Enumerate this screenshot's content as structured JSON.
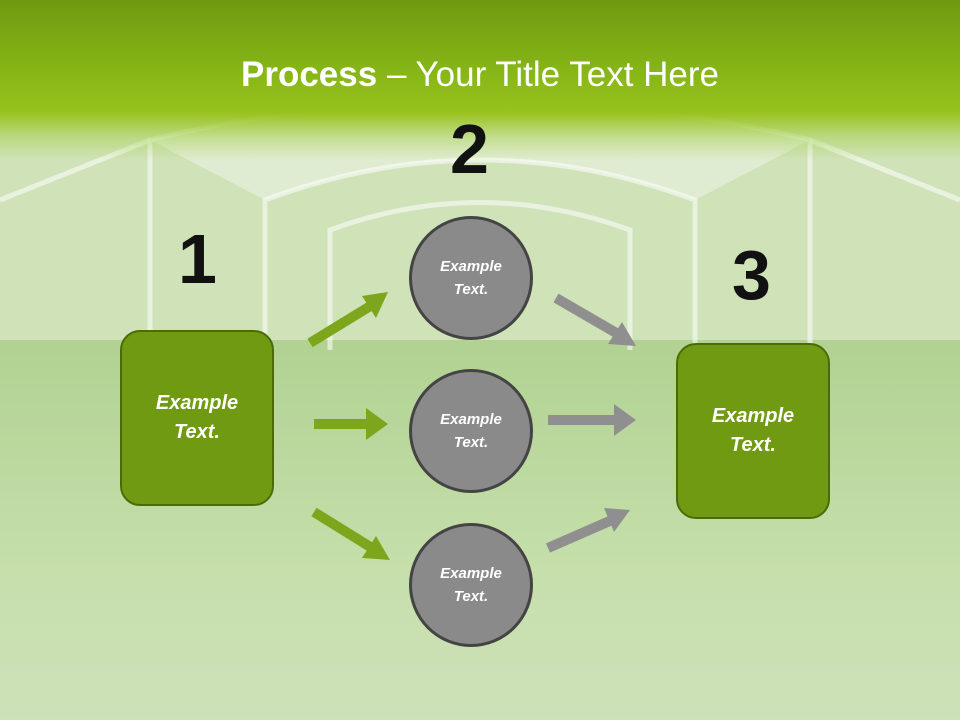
{
  "title": {
    "bold": "Process",
    "rest": " – Your Title Text Here"
  },
  "numbers": [
    "1",
    "2",
    "3"
  ],
  "left_box": {
    "text": "Example Text."
  },
  "right_box": {
    "text": "Example Text."
  },
  "circles": [
    {
      "text": "Example Text."
    },
    {
      "text": "Example Text."
    },
    {
      "text": "Example Text."
    }
  ],
  "colors": {
    "green": "#6f9a12",
    "grey": "#8a8a8a",
    "arrow_green": "#7ea61c",
    "arrow_grey": "#8f8f8f"
  }
}
